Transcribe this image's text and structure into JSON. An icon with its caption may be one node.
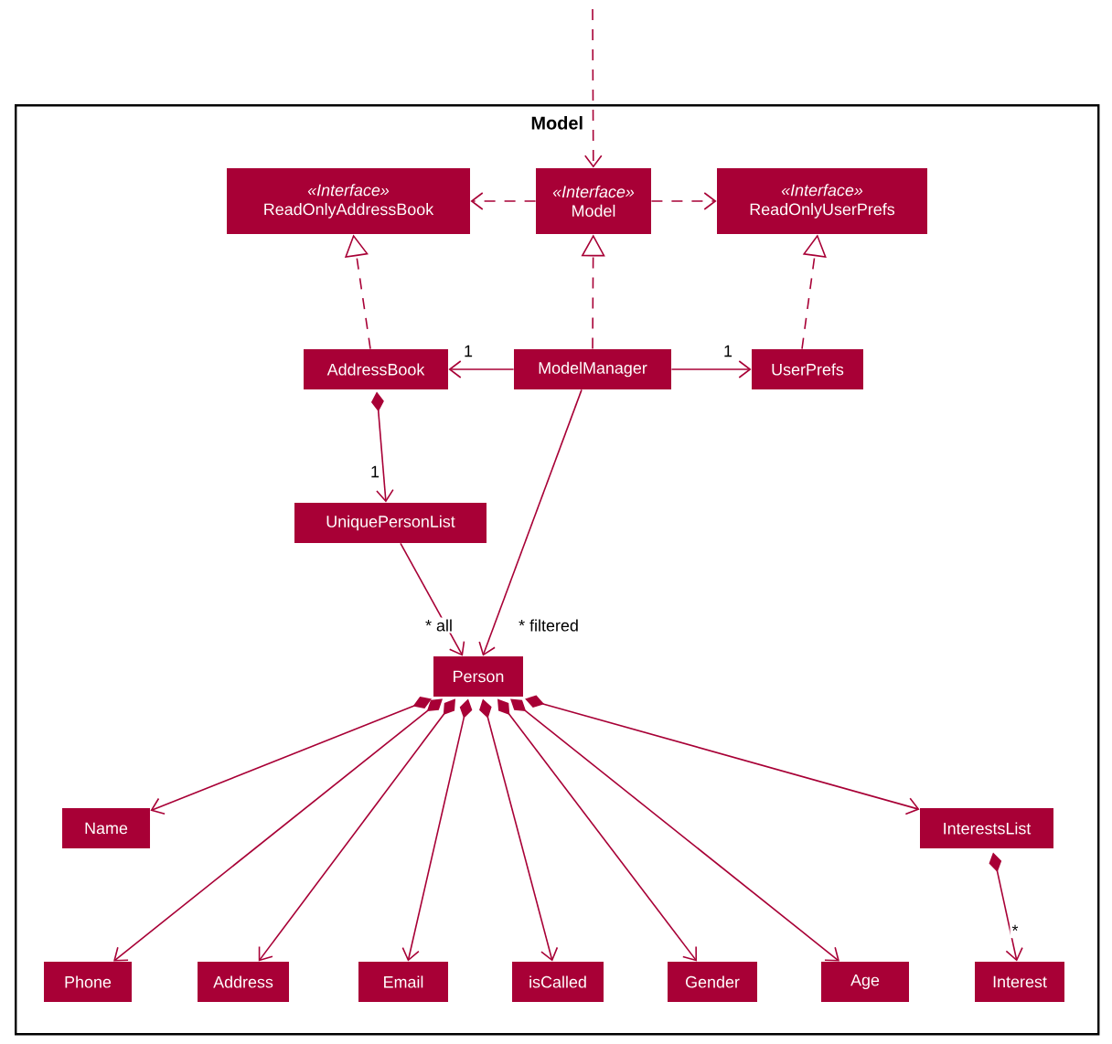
{
  "diagram": {
    "nodes": [
      {
        "text": [
          "Model"
        ]
      },
      {
        "text": [
          "«Interface»",
          "ReadOnlyAddressBook"
        ],
        "in": 0
      },
      {
        "text": [
          "«Interface»",
          "Model"
        ],
        "in": 0
      },
      {
        "text": [
          "«Interface»",
          "ReadOnlyUserPrefs"
        ],
        "in": 0
      },
      {
        "text": [
          "AddressBook"
        ],
        "in": 0
      },
      {
        "text": [
          "ModelManager"
        ],
        "in": 0
      },
      {
        "text": [
          "UserPrefs"
        ],
        "in": 0
      },
      {
        "text": [
          "UniquePersonList"
        ],
        "in": 0
      },
      {
        "text": [
          "Person"
        ],
        "in": 0
      },
      {
        "text": [
          "Name"
        ],
        "in": 0
      },
      {
        "text": [
          "InterestsList"
        ],
        "in": 0
      },
      {
        "text": [
          "Phone"
        ],
        "in": 0
      },
      {
        "text": [
          "Address"
        ],
        "in": 0
      },
      {
        "text": [
          "Email"
        ],
        "in": 0
      },
      {
        "text": [
          "isCalled"
        ],
        "in": 0
      },
      {
        "text": [
          "Gender"
        ],
        "in": 0
      },
      {
        "text": [
          "Age"
        ],
        "in": 0
      },
      {
        "text": [
          "Interest"
        ],
        "in": 0
      }
    ],
    "edges": [
      {
        "from": null,
        "to": 2,
        "arrow": "to",
        "style": "dashed"
      },
      {
        "from": 2,
        "to": 1,
        "arrow": "to",
        "style": "dashed"
      },
      {
        "from": 2,
        "to": 3,
        "arrow": "to",
        "style": "dashed"
      },
      {
        "from": 4,
        "to": 1,
        "arrow": "to",
        "style": "dashed"
      },
      {
        "from": 5,
        "to": 2,
        "arrow": "to",
        "style": "dashed"
      },
      {
        "from": 6,
        "to": 3,
        "arrow": "to",
        "style": "dashed"
      },
      {
        "from": 5,
        "to": 4,
        "arrow": "to",
        "label": "1"
      },
      {
        "from": 5,
        "to": 6,
        "arrow": "to",
        "label": "1"
      },
      {
        "from": 4,
        "to": 7,
        "arrow": "to",
        "label": "1"
      },
      {
        "from": 7,
        "to": 8,
        "arrow": "to",
        "label": "* all"
      },
      {
        "from": 5,
        "to": 8,
        "arrow": "to",
        "label": "* filtered"
      },
      {
        "from": 8,
        "to": 9,
        "arrow": "to"
      },
      {
        "from": 8,
        "to": 11,
        "arrow": "to"
      },
      {
        "from": 8,
        "to": 12,
        "arrow": "to"
      },
      {
        "from": 8,
        "to": 13,
        "arrow": "to"
      },
      {
        "from": 8,
        "to": 14,
        "arrow": "to"
      },
      {
        "from": 8,
        "to": 15,
        "arrow": "to"
      },
      {
        "from": 8,
        "to": 16,
        "arrow": "to"
      },
      {
        "from": 8,
        "to": 10,
        "arrow": "to"
      },
      {
        "from": 10,
        "to": 17,
        "arrow": "to",
        "label": "*"
      }
    ]
  }
}
